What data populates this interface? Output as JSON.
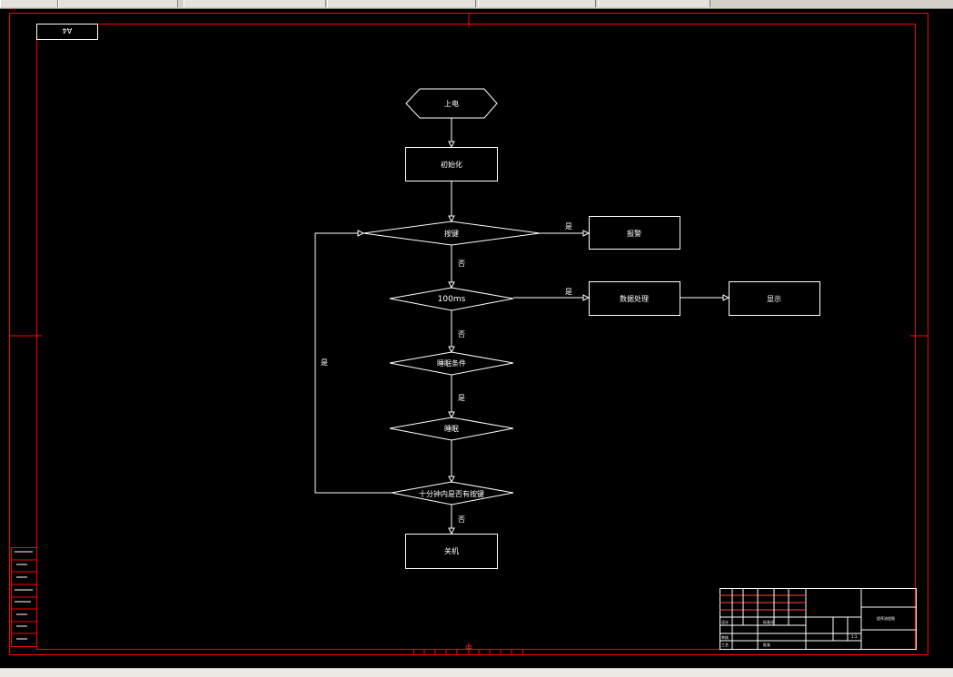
{
  "sheet": {
    "size_label": "A4",
    "center_mark": "中"
  },
  "flowchart": {
    "start": "上电",
    "init": "初始化",
    "decision_key": "按键",
    "alarm": "报警",
    "decision_100ms": "100ms",
    "data_process": "数据处理",
    "display": "显示",
    "decision_sleep_cond": "睡眠条件",
    "sleep": "睡眠",
    "decision_10min": "十分钟内是否有按键",
    "shutdown": "关机",
    "label_yes": "是",
    "label_no": "否"
  },
  "title_block": {
    "design": "设计",
    "review": "审核",
    "process": "工艺",
    "standard": "标准化",
    "approve": "批准",
    "drawing_name": "程序流程图",
    "scale": "1:1"
  },
  "colors": {
    "frame": "#ff0000",
    "lines": "#ffffff",
    "background": "#000000"
  }
}
